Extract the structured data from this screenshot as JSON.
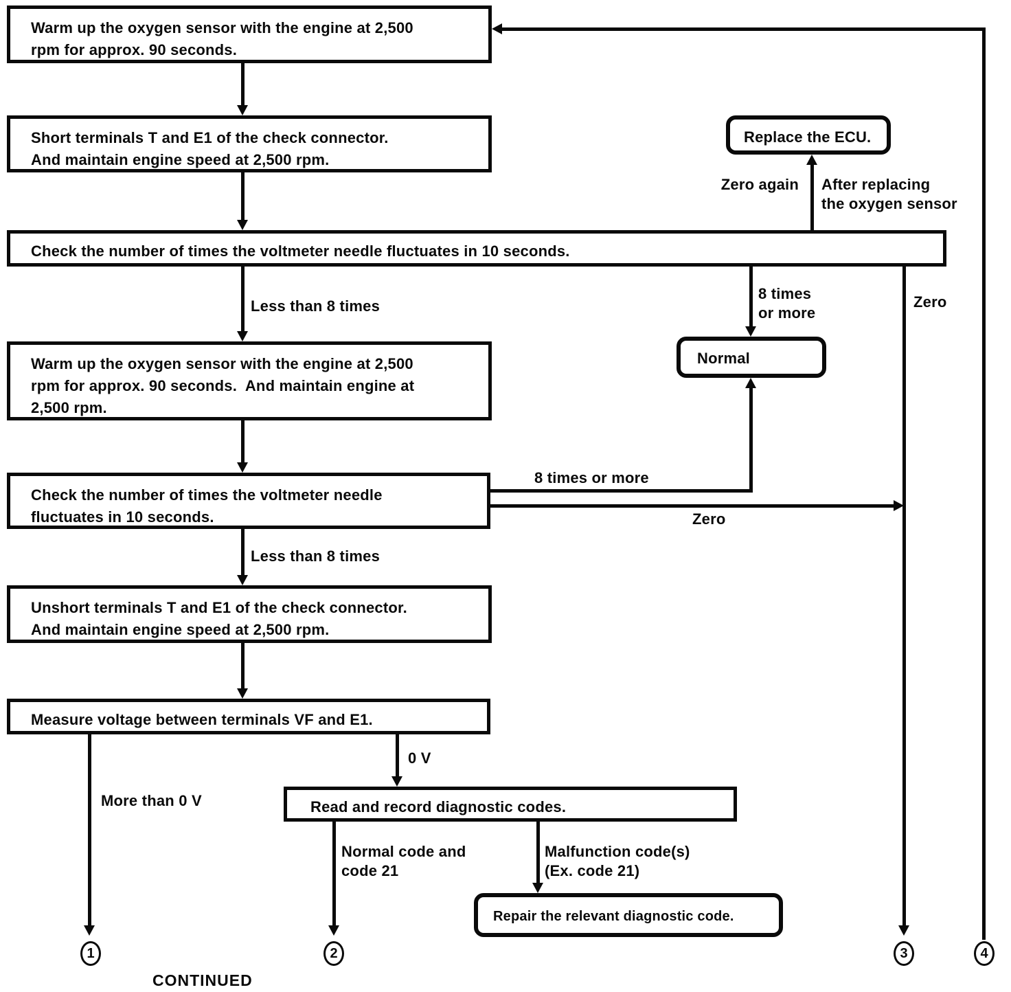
{
  "diagram": {
    "nodes": {
      "warm_up_initial": {
        "text": "Warm up the oxygen sensor with the engine at 2,500\nrpm for approx. 90 seconds."
      },
      "short_terminals": {
        "text": "Short terminals T and E1 of the check connector.\nAnd maintain engine speed at 2,500 rpm."
      },
      "check_fluctuation_1": {
        "text": "Check the number of times the voltmeter needle fluctuates in 10 seconds."
      },
      "warm_up_maintain": {
        "text": "Warm up the oxygen sensor with the engine at 2,500\nrpm for approx. 90 seconds.  And maintain engine at\n2,500 rpm."
      },
      "check_fluctuation_2": {
        "text": "Check the number of times the voltmeter needle\nfluctuates in 10 seconds."
      },
      "unshort_terminals": {
        "text": "Unshort terminals T and E1 of the check connector.\nAnd maintain engine speed at 2,500 rpm."
      },
      "measure_voltage": {
        "text": "Measure voltage between terminals VF and E1."
      },
      "read_codes": {
        "text": "Read and record diagnostic codes."
      },
      "repair_code": {
        "text": "Repair the relevant diagnostic code."
      },
      "replace_ecu": {
        "text": "Replace the ECU."
      },
      "normal": {
        "text": "Normal"
      }
    },
    "edge_labels": {
      "less_than_8_first": "Less than 8 times",
      "less_than_8_second": "Less than 8 times",
      "eight_times_stacked": "8 times\nor more",
      "eight_times_inline": "8 times or more",
      "zero_upper_right": "Zero",
      "zero_lower": "Zero",
      "zero_again": "Zero again",
      "after_replacing": "After replacing\nthe oxygen sensor",
      "more_than_0v": "More than 0 V",
      "zero_v": "0 V",
      "normal_code": "Normal code and\ncode 21",
      "malfunction_code": "Malfunction code(s)\n(Ex. code 21)"
    },
    "connectors": {
      "c1": "1",
      "c2": "2",
      "c3": "3",
      "c4": "4"
    },
    "footer": "CONTINUED",
    "colors": {
      "ink": "#0a0a0a",
      "paper": "#ffffff"
    }
  }
}
